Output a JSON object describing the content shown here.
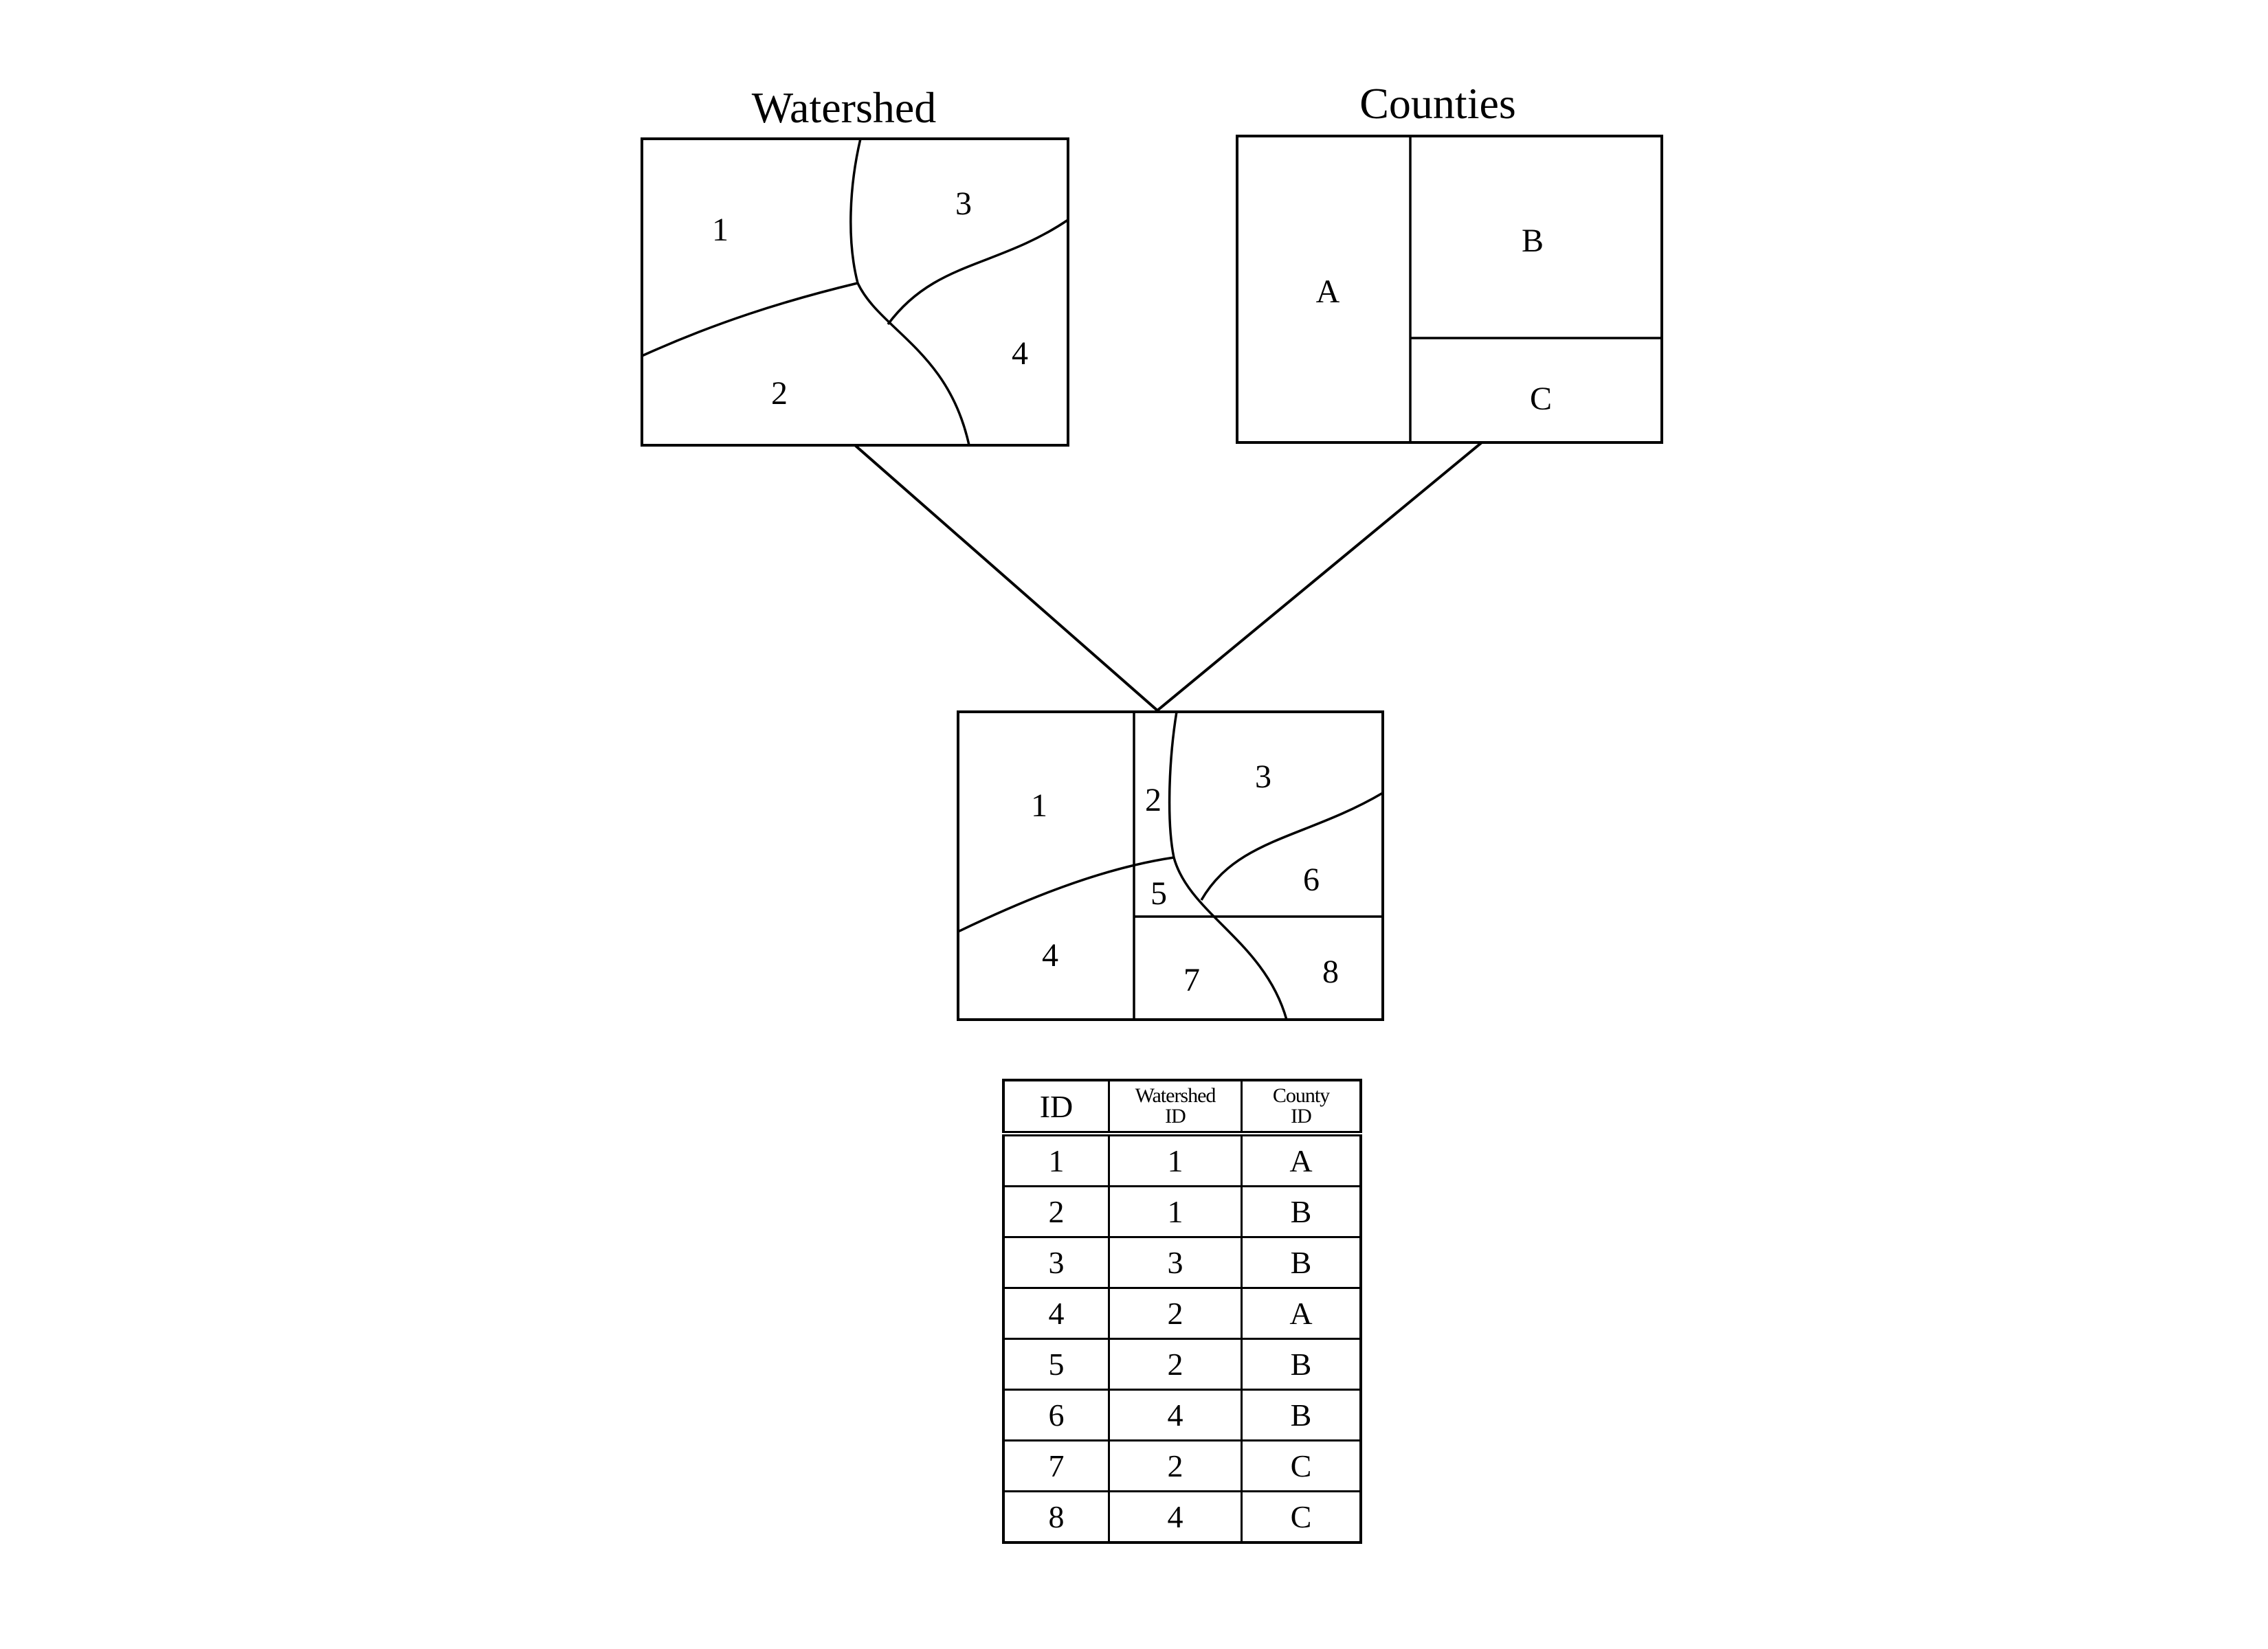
{
  "maps": {
    "watershed": {
      "title": "Watershed",
      "labels": [
        "1",
        "2",
        "3",
        "4"
      ]
    },
    "counties": {
      "title": "Counties",
      "labels": [
        "A",
        "B",
        "C"
      ]
    },
    "overlay": {
      "labels": [
        "1",
        "2",
        "3",
        "4",
        "5",
        "6",
        "7",
        "8"
      ]
    }
  },
  "table": {
    "headers": {
      "id": "ID",
      "watershed_line1": "Watershed",
      "watershed_line2": "ID",
      "county_line1": "County",
      "county_line2": "ID"
    },
    "rows": [
      [
        "1",
        "1",
        "A"
      ],
      [
        "2",
        "1",
        "B"
      ],
      [
        "3",
        "3",
        "B"
      ],
      [
        "4",
        "2",
        "A"
      ],
      [
        "5",
        "2",
        "B"
      ],
      [
        "6",
        "4",
        "B"
      ],
      [
        "7",
        "2",
        "C"
      ],
      [
        "8",
        "4",
        "C"
      ]
    ]
  }
}
